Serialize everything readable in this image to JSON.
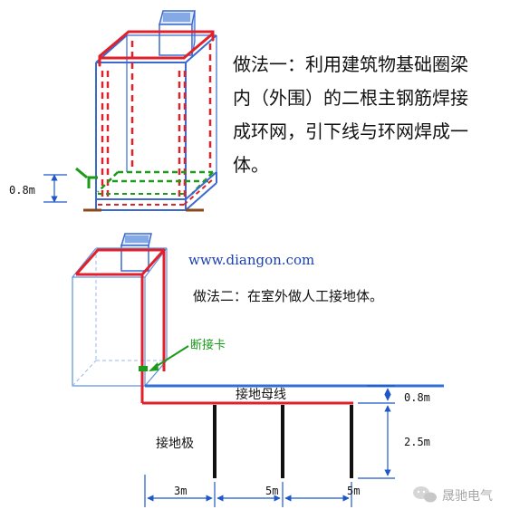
{
  "method1": {
    "lines": [
      "做法一：利用建筑物基础圈梁",
      "内（外围）的二根主钢筋焊接",
      "成环网，引下线与环网焊成一",
      "体。"
    ]
  },
  "method2": {
    "text": "做法二：在室外做人工接地体。"
  },
  "website": "www.diangon.com",
  "labels": {
    "height_upper": "0.8m",
    "disconnect_card": "断接卡",
    "ground_bus": "接地母线",
    "depth_bus": "0.8m",
    "electrode_length": "2.5m",
    "electrode": "接地极",
    "spacing_1": "3m",
    "spacing_2": "5m",
    "spacing_3": "5m"
  },
  "watermark": {
    "text": "晟驰电气"
  },
  "colors": {
    "steel_red": "#e0202a",
    "frame_blue": "#2f6fd6",
    "green_ring": "#1a9b1a",
    "dim_blue": "#1e57c8",
    "electrode": "#111111",
    "website": "#1a3fb0"
  }
}
